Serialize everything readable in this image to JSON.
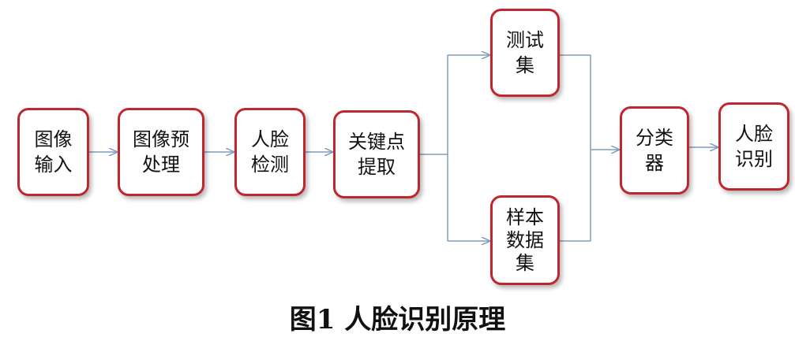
{
  "diagram": {
    "nodes": {
      "image_input": {
        "line1": "图像",
        "line2": "输入"
      },
      "preprocess": {
        "line1": "图像预",
        "line2": "处理"
      },
      "face_detect": {
        "line1": "人脸",
        "line2": "检测"
      },
      "keypoint": {
        "line1": "关键点",
        "line2": "提取"
      },
      "test_set": {
        "line1": "测试",
        "line2": "集"
      },
      "sample_set": {
        "line1": "样本",
        "line2": "数据",
        "line3": "集"
      },
      "classifier": {
        "line1": "分类",
        "line2": "器"
      },
      "face_recog": {
        "line1": "人脸",
        "line2": "识别"
      }
    },
    "edge_color": "#7e9cbf",
    "node_border_color": "#c0262d"
  },
  "caption": "图1 人脸识别原理"
}
